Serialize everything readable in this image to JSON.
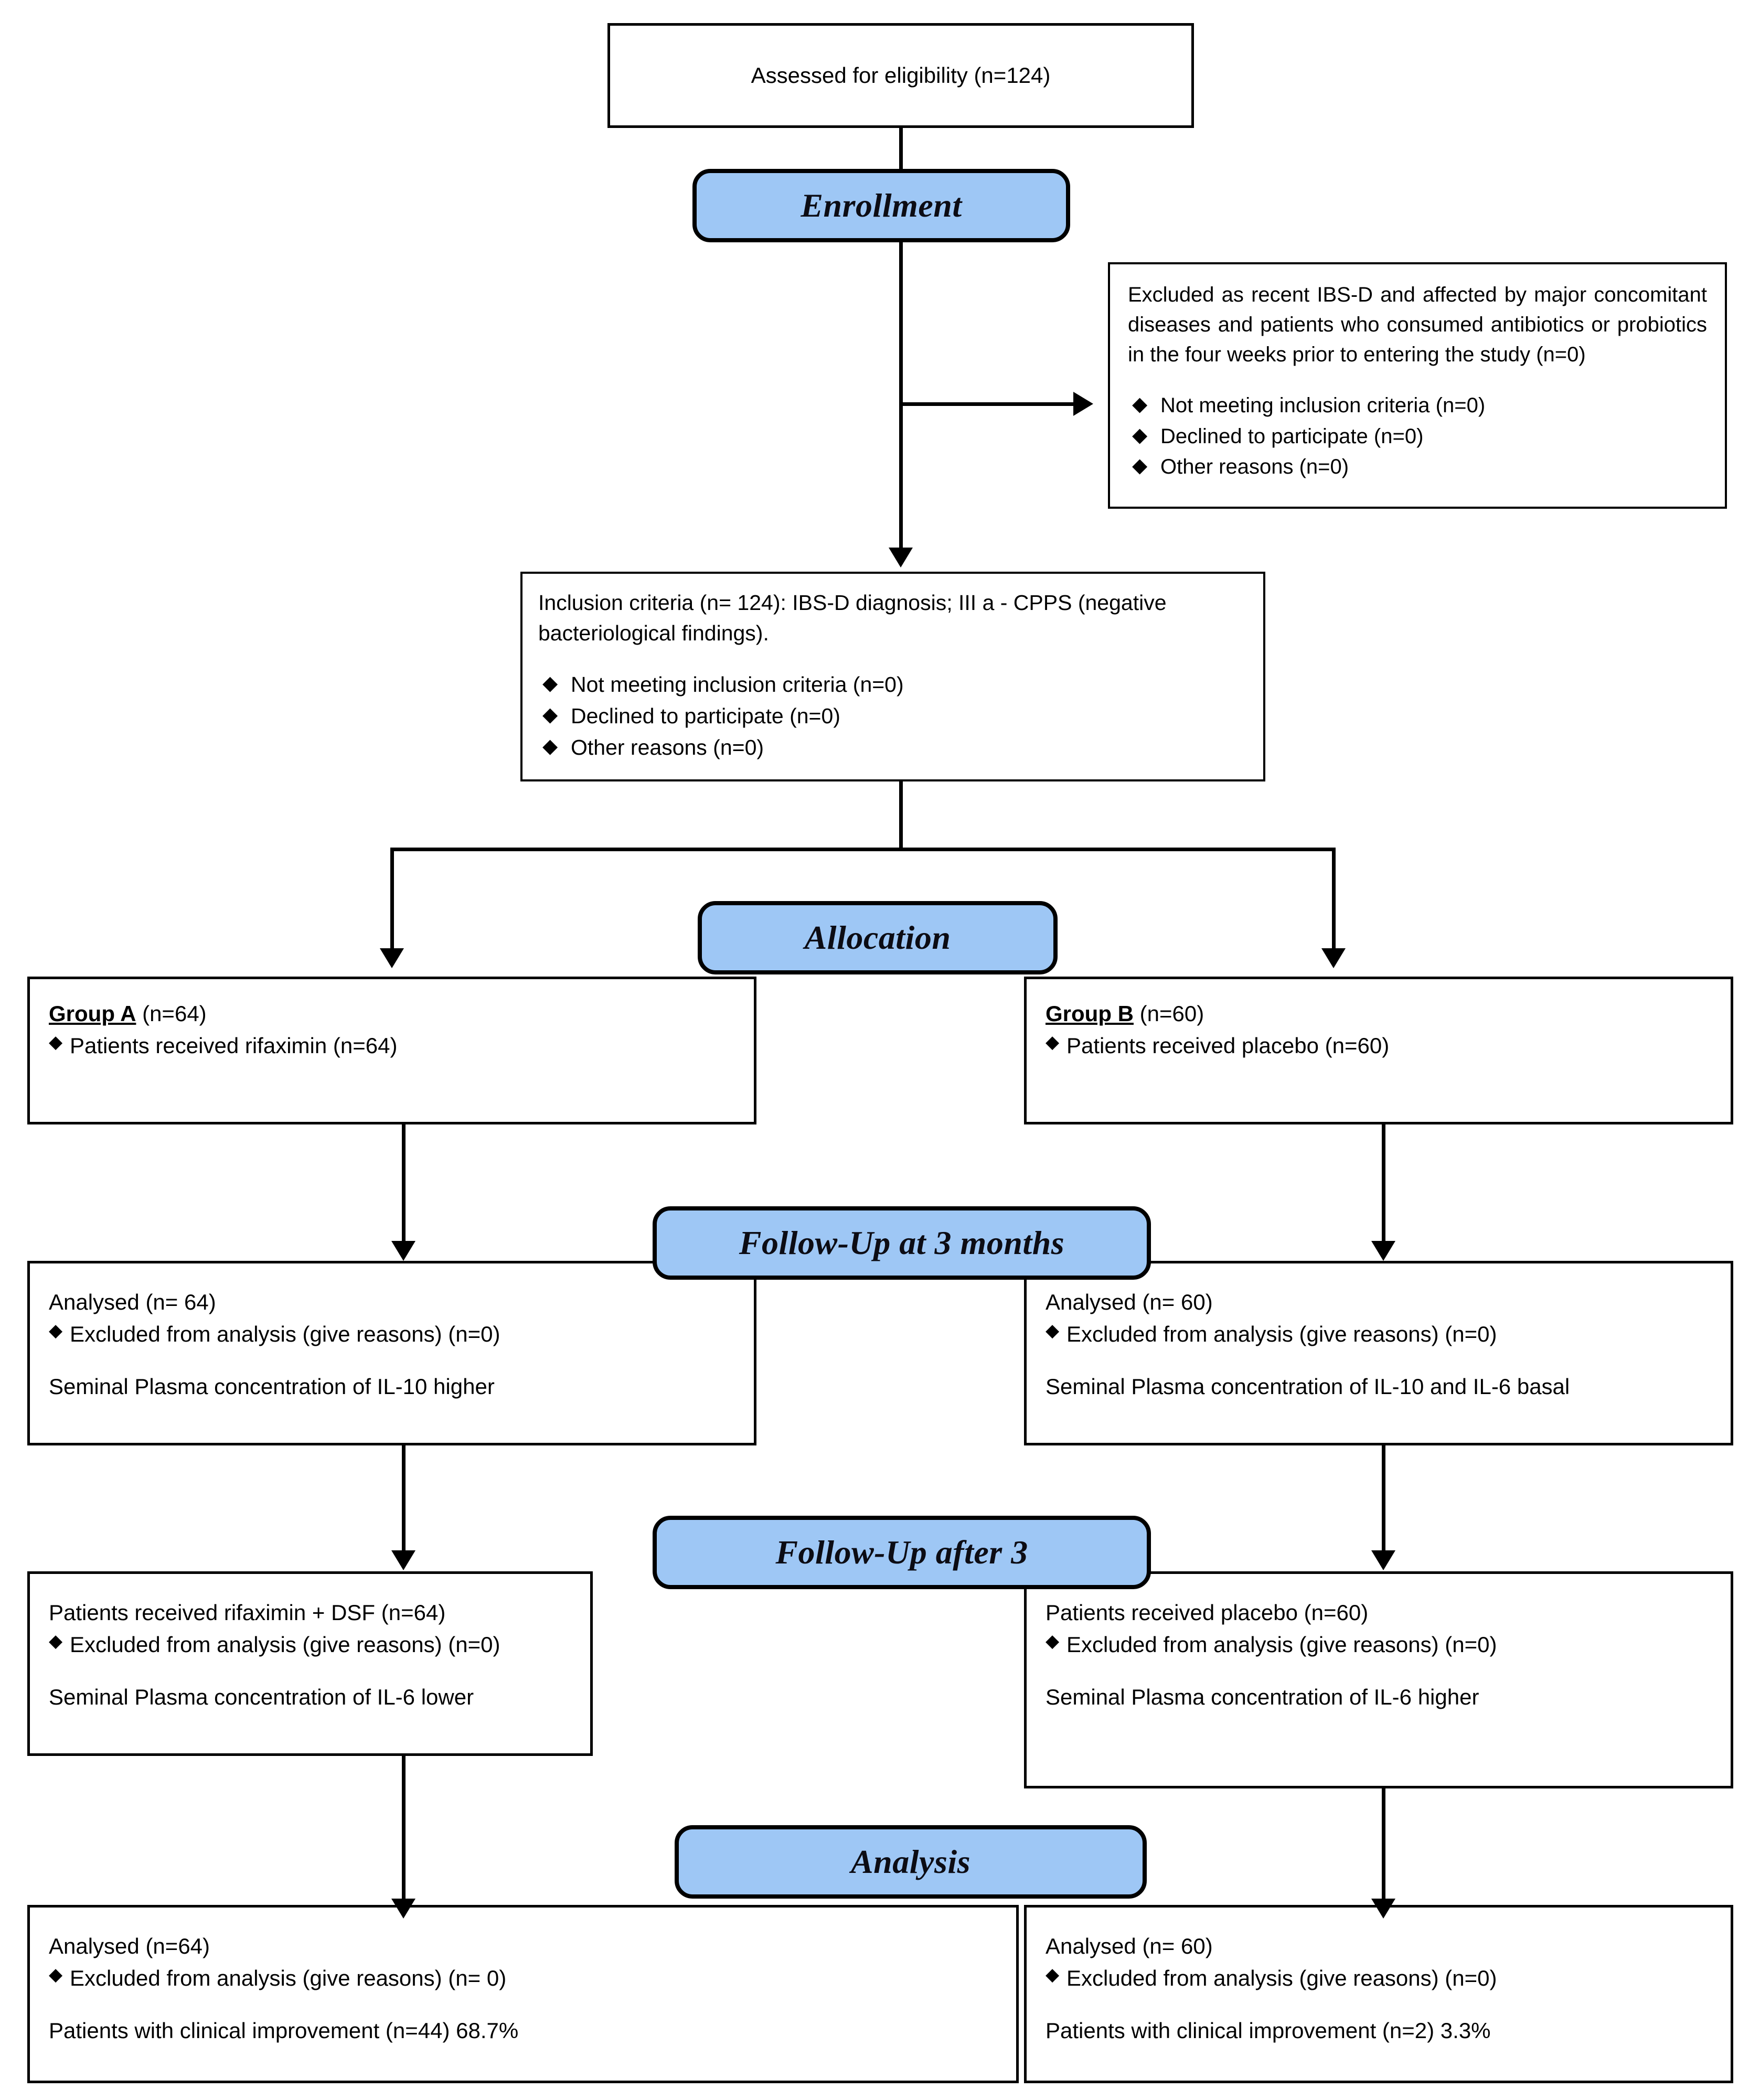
{
  "diagram": {
    "type": "consort-flow-diagram",
    "accent_color": "#9EC7F5",
    "line_color": "#000000",
    "background": "#ffffff"
  },
  "stages": {
    "enrollment": "Enrollment",
    "allocation": "Allocation",
    "followup_3_months": "Follow-Up at 3 months",
    "followup_after_3": "Follow-Up after 3",
    "analysis": "Analysis"
  },
  "assessed": {
    "label": "Assessed for eligibility (n=124)"
  },
  "excluded": {
    "paragraph": "Excluded as recent IBS-D and affected by major concomitant diseases and patients who consumed antibiotics or probiotics in the four weeks prior to entering the study (n=0)",
    "bullets": [
      "Not meeting inclusion criteria (n=0)",
      "Declined to participate (n=0)",
      "Other reasons (n=0)"
    ],
    "bullet_glyph": "♦"
  },
  "inclusion": {
    "paragraph": "Inclusion criteria (n= 124): IBS-D diagnosis; III a - CPPS (negative bacteriological findings).",
    "bullets": [
      "Not meeting inclusion criteria (n=0)",
      "Declined to participate (n=0)",
      "Other reasons (n=0)"
    ],
    "bullet_glyph": "♦"
  },
  "allocation_arms": {
    "left": {
      "group_label": "Group A",
      "group_count": " (n=64)",
      "bullets": [
        "Patients received rifaximin (n=64)"
      ],
      "bullet_glyph": "♦"
    },
    "right": {
      "group_label": "Group B",
      "group_count": " (n=60)",
      "bullets": [
        "Patients received placebo (n=60)"
      ],
      "bullet_glyph": "♦"
    }
  },
  "followup3": {
    "left": {
      "heading": "Analysed (n= 64)",
      "bullets": [
        "Excluded from analysis (give reasons) (n=0)"
      ],
      "note": "Seminal Plasma concentration of IL-10 higher",
      "bullet_glyph": "♦"
    },
    "right": {
      "heading": "Analysed (n= 60)",
      "bullets": [
        "Excluded from analysis (give reasons) (n=0)"
      ],
      "note": "Seminal Plasma concentration of IL-10 and IL-6 basal",
      "bullet_glyph": "♦"
    }
  },
  "followup_after": {
    "left": {
      "heading": "Patients received rifaximin + DSF (n=64)",
      "bullets": [
        "Excluded from analysis (give reasons) (n=0)"
      ],
      "note": "Seminal Plasma concentration of IL-6 lower",
      "bullet_glyph": "♦"
    },
    "right": {
      "heading": "Patients received placebo (n=60)",
      "bullets": [
        "Excluded from analysis (give reasons) (n=0)"
      ],
      "note": "Seminal Plasma concentration of IL-6 higher",
      "bullet_glyph": "♦"
    }
  },
  "analysis_row": {
    "left": {
      "heading": "Analysed  (n=64)",
      "bullets": [
        "Excluded from analysis (give reasons) (n= 0)"
      ],
      "note": "Patients with clinical improvement (n=44) 68.7%",
      "bullet_glyph": "♦"
    },
    "right": {
      "heading": "Analysed  (n= 60)",
      "bullets": [
        "Excluded from analysis (give reasons) (n=0)"
      ],
      "note": "Patients with clinical improvement (n=2) 3.3%",
      "bullet_glyph": "♦"
    }
  }
}
